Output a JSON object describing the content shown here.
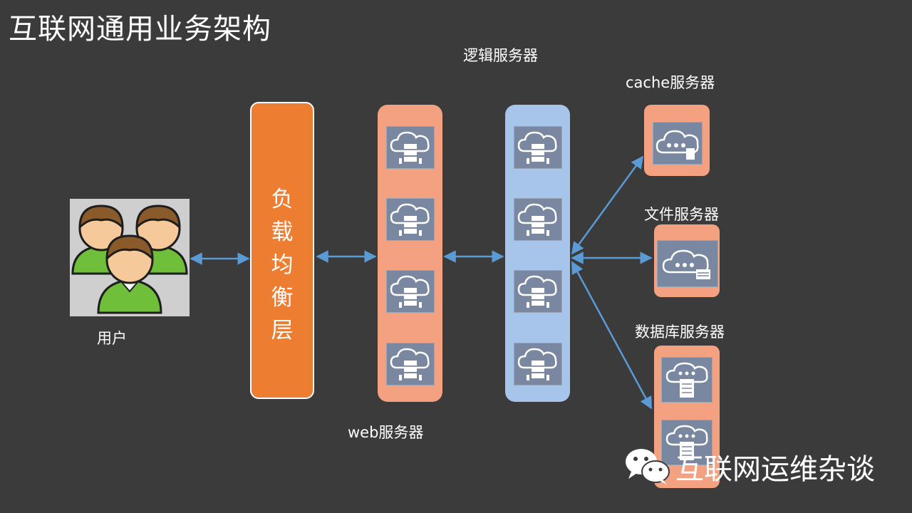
{
  "title": "互联网通用业务架构",
  "labels": {
    "users": "用户",
    "load_balancer": "负载均衡层",
    "web": "web服务器",
    "logic": "逻辑服务器",
    "cache": "cache服务器",
    "file": "文件服务器",
    "db": "数据库服务器"
  },
  "watermark": "互联网运维杂谈",
  "colors": {
    "background": "#3b3b3b",
    "load_balancer": "#ec7d31",
    "web": "#f4a181",
    "logic": "#a7c4ea",
    "connector": "#5b9bd5"
  }
}
